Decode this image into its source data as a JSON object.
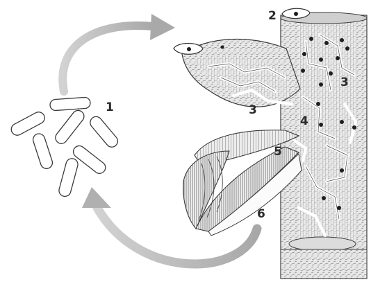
{
  "labels": {
    "spores": "1",
    "wood_cell_top": "2",
    "hyphae_upper": "3",
    "hyphae_branch": "3",
    "branch_junction": "4",
    "fruiting_base": "5",
    "fruiting_gills": "6"
  },
  "colors": {
    "arrow": "#b7b7b7",
    "ink": "#2b2b2b",
    "hyphae": "#ffffff"
  }
}
